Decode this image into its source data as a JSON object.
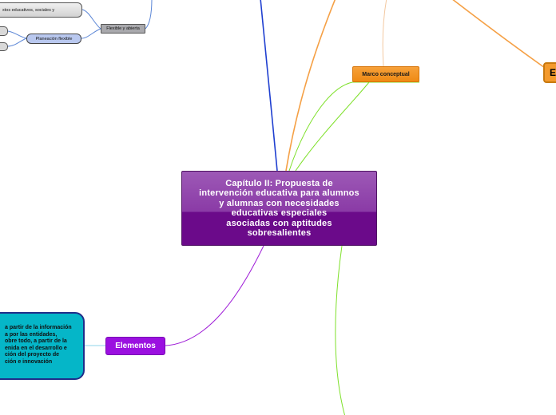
{
  "central": {
    "lines": [
      "Capítulo II: Propuesta de",
      "intervención educativa para alumnos",
      "y alumnas con necesidades",
      "educativas especiales",
      "asociadas con aptitudes",
      "sobresalientes"
    ]
  },
  "marco_conceptual": {
    "label": "Marco conceptual"
  },
  "orange_partial": {
    "label": "E"
  },
  "elementos": {
    "label": "Elementos"
  },
  "elementos_note": {
    "lines": [
      "a partir de la información",
      "a por las entidades,",
      "obre todo, a partir de la",
      "enida en el desarrollo e",
      "ción del proyecto de",
      "ción e innovación"
    ]
  },
  "flexible": {
    "label": "Flexible y abierta"
  },
  "contextos": {
    "label": "xtos educativos, sociales y"
  },
  "planeacion": {
    "label": "Planeación flexible"
  },
  "colors": {
    "central_purple": "#6b0a8a",
    "orange": "#ef8a14",
    "elementos_purple": "#9b10e0",
    "cyan": "#05b6c8",
    "blue_line": "#1f3fd0",
    "green_line": "#7ee02a"
  }
}
